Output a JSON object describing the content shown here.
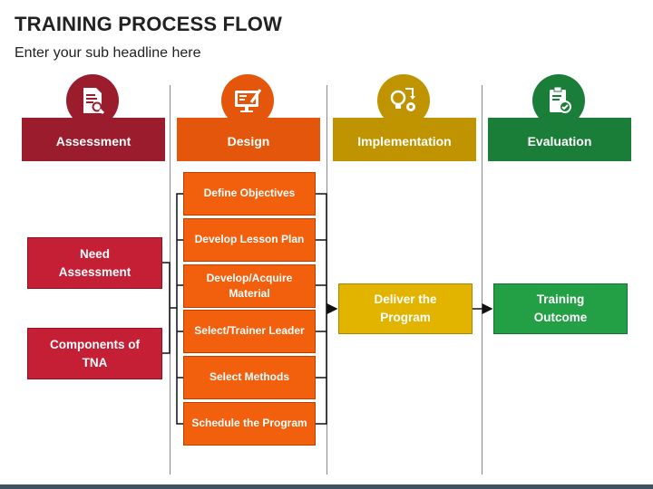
{
  "title": "TRAINING PROCESS FLOW",
  "subtitle": "Enter your sub headline here",
  "colors": {
    "assessment": "#9b1c2c",
    "design": "#e3560c",
    "implementation": "#bf9400",
    "evaluation": "#1a7d38"
  },
  "columns": [
    {
      "label": "Assessment",
      "icon": "document-search-icon"
    },
    {
      "label": "Design",
      "icon": "computer-design-icon"
    },
    {
      "label": "Implementation",
      "icon": "lightbulb-gear-icon"
    },
    {
      "label": "Evaluation",
      "icon": "clipboard-check-icon"
    }
  ],
  "assessment_items": [
    "Need Assessment",
    "Components of TNA"
  ],
  "design_items": [
    "Define Objectives",
    "Develop Lesson Plan",
    "Develop/Acquire Material",
    "Select/Trainer Leader",
    "Select Methods",
    "Schedule the Program"
  ],
  "implementation_item": "Deliver the Program",
  "evaluation_item": "Training Outcome"
}
